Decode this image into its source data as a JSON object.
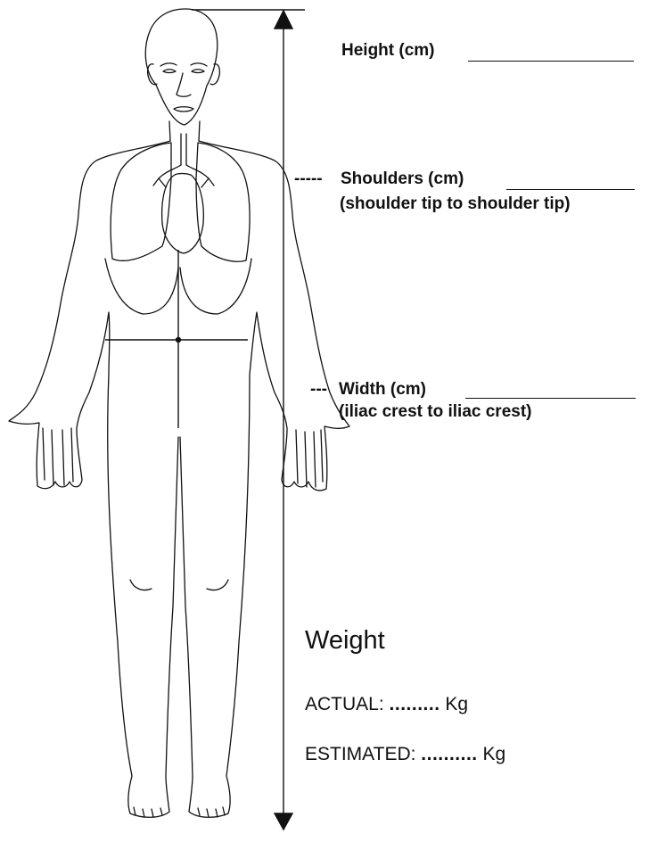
{
  "form": {
    "height": {
      "label": "Height (cm)"
    },
    "shoulders": {
      "label": "Shoulders (cm)",
      "note": "(shoulder tip to shoulder tip)",
      "lead": "-----"
    },
    "width": {
      "label": "Width (cm)",
      "note": "(iliac crest to iliac crest)",
      "lead": "---"
    },
    "weight": {
      "title": "Weight",
      "actual": {
        "label": "ACTUAL:",
        "dots": ".........",
        "unit": "Kg"
      },
      "estimated": {
        "label": "ESTIMATED:",
        "dots": "..........",
        "unit": "Kg"
      }
    }
  },
  "colors": {
    "ink": "#111111",
    "background": "#ffffff"
  }
}
